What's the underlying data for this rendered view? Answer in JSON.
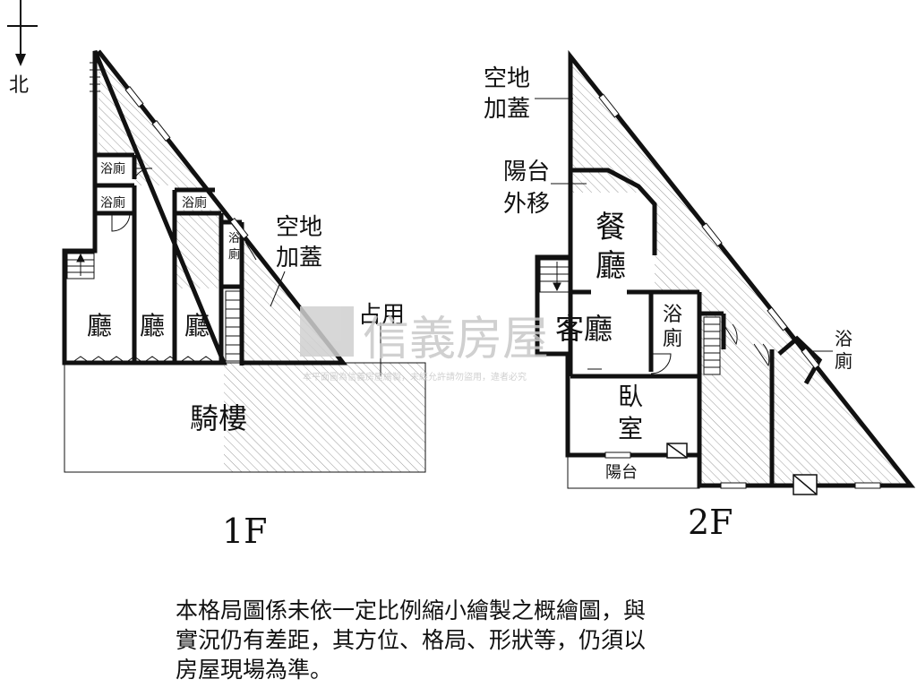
{
  "compass": {
    "north_label": "北"
  },
  "floor1": {
    "floor_label": "1F",
    "rooms": {
      "bath_1": "浴廁",
      "bath_2": "浴廁",
      "bath_3": "浴廁",
      "bath_4_line1": "浴",
      "bath_4_line2": "廁",
      "hall_1": "廳",
      "hall_2": "廳",
      "hall_3": "廳",
      "arcade": "騎樓"
    },
    "annotations": {
      "added_space_line1": "空地",
      "added_space_line2": "加蓋",
      "occupied": "占用"
    }
  },
  "floor2": {
    "floor_label": "2F",
    "rooms": {
      "dining_line1": "餐",
      "dining_line2": "廳",
      "living": "客廳",
      "bath_a_line1": "浴",
      "bath_a_line2": "廁",
      "bedroom_line1": "臥",
      "bedroom_line2": "室",
      "balcony": "陽台",
      "bath_b_line1": "浴",
      "bath_b_line2": "廁"
    },
    "annotations": {
      "added_space_line1": "空地",
      "added_space_line2": "加蓋",
      "balcony_moved_line1": "陽台",
      "balcony_moved_line2": "外移"
    }
  },
  "watermark": {
    "brand": "信義房屋",
    "notice": "本平面圖為信義房屋繪製，未經允許請勿盜用，違者必究"
  },
  "disclaimer": {
    "line1": "本格局圖係未依一定比例縮小繪製之概繪圖，與",
    "line2": "實況仍有差距，其方位、格局、形狀等，仍須以",
    "line3": "房屋現場為準。"
  },
  "colors": {
    "wall": "#111111",
    "hatch": "#9a9a9a",
    "watermark": "#c8c8c8"
  }
}
